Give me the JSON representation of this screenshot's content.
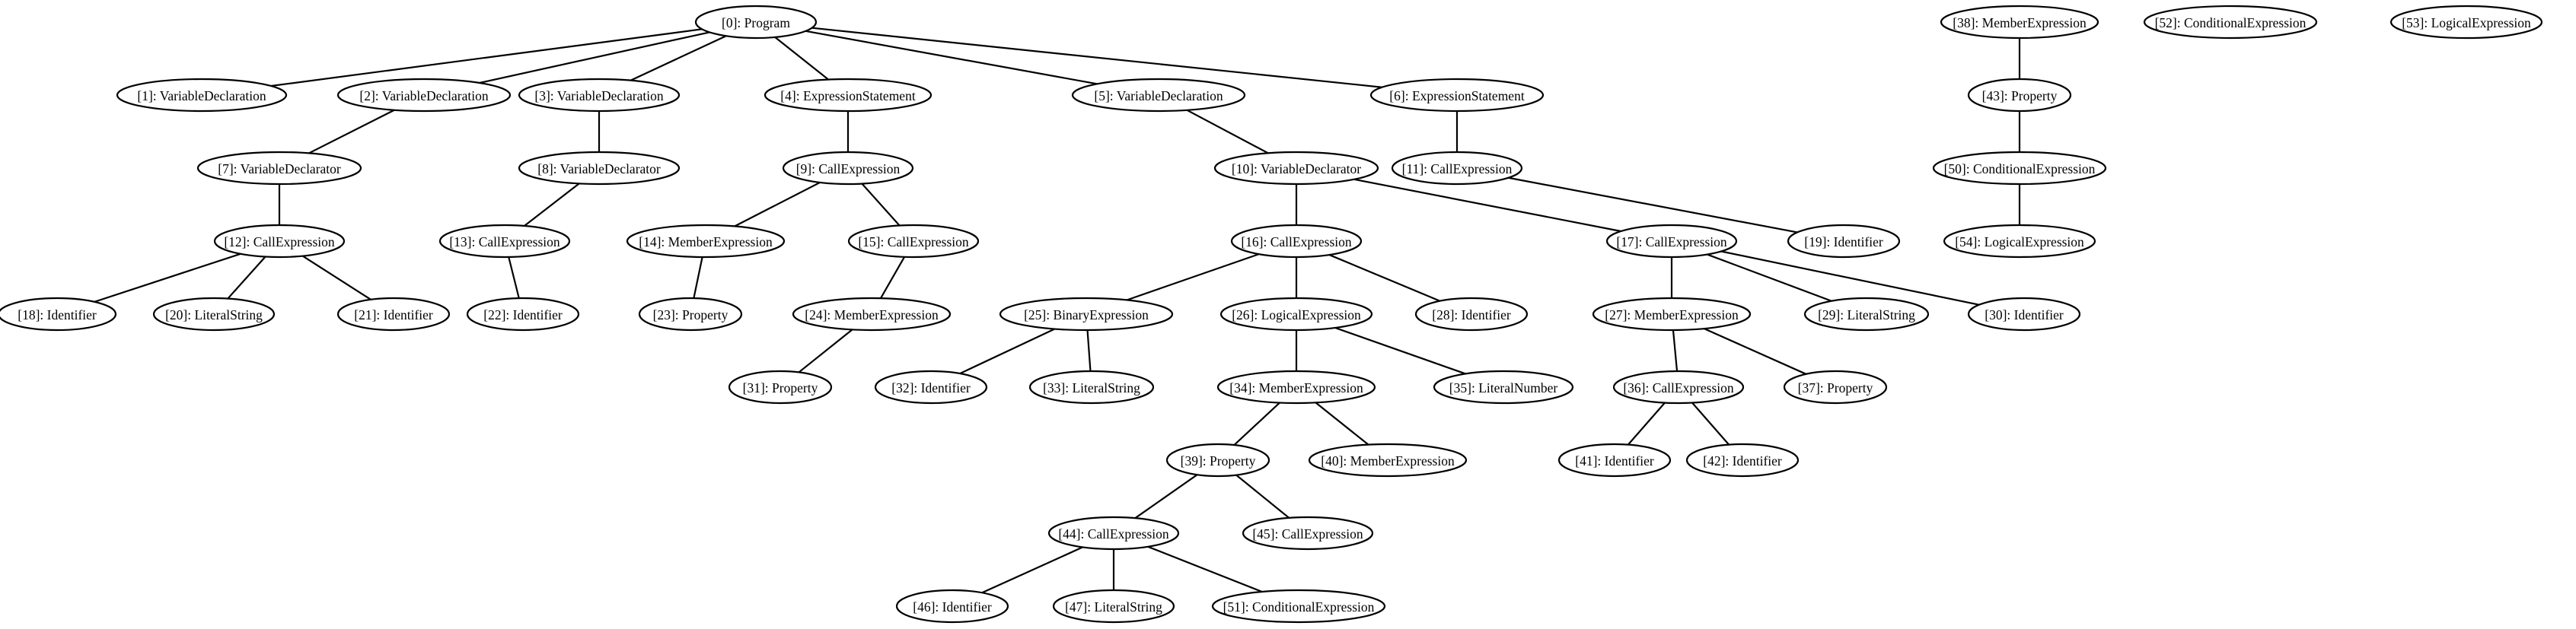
{
  "diagram": {
    "nodes": [
      {
        "id": 0,
        "label": "[0]: Program"
      },
      {
        "id": 1,
        "label": "[1]: VariableDeclaration"
      },
      {
        "id": 2,
        "label": "[2]: VariableDeclaration"
      },
      {
        "id": 3,
        "label": "[3]: VariableDeclaration"
      },
      {
        "id": 4,
        "label": "[4]: ExpressionStatement"
      },
      {
        "id": 5,
        "label": "[5]: VariableDeclaration"
      },
      {
        "id": 6,
        "label": "[6]: ExpressionStatement"
      },
      {
        "id": 7,
        "label": "[7]: VariableDeclarator"
      },
      {
        "id": 8,
        "label": "[8]: VariableDeclarator"
      },
      {
        "id": 9,
        "label": "[9]: CallExpression"
      },
      {
        "id": 10,
        "label": "[10]: VariableDeclarator"
      },
      {
        "id": 11,
        "label": "[11]: CallExpression"
      },
      {
        "id": 12,
        "label": "[12]: CallExpression"
      },
      {
        "id": 13,
        "label": "[13]: CallExpression"
      },
      {
        "id": 14,
        "label": "[14]: MemberExpression"
      },
      {
        "id": 15,
        "label": "[15]: CallExpression"
      },
      {
        "id": 16,
        "label": "[16]: CallExpression"
      },
      {
        "id": 17,
        "label": "[17]: CallExpression"
      },
      {
        "id": 18,
        "label": "[18]: Identifier"
      },
      {
        "id": 19,
        "label": "[19]: Identifier"
      },
      {
        "id": 20,
        "label": "[20]: LiteralString"
      },
      {
        "id": 21,
        "label": "[21]: Identifier"
      },
      {
        "id": 22,
        "label": "[22]: Identifier"
      },
      {
        "id": 23,
        "label": "[23]: Property"
      },
      {
        "id": 24,
        "label": "[24]: MemberExpression"
      },
      {
        "id": 25,
        "label": "[25]: BinaryExpression"
      },
      {
        "id": 26,
        "label": "[26]: LogicalExpression"
      },
      {
        "id": 27,
        "label": "[27]: MemberExpression"
      },
      {
        "id": 28,
        "label": "[28]: Identifier"
      },
      {
        "id": 29,
        "label": "[29]: LiteralString"
      },
      {
        "id": 30,
        "label": "[30]: Identifier"
      },
      {
        "id": 31,
        "label": "[31]: Property"
      },
      {
        "id": 32,
        "label": "[32]: Identifier"
      },
      {
        "id": 33,
        "label": "[33]: LiteralString"
      },
      {
        "id": 34,
        "label": "[34]: MemberExpression"
      },
      {
        "id": 35,
        "label": "[35]: LiteralNumber"
      },
      {
        "id": 36,
        "label": "[36]: CallExpression"
      },
      {
        "id": 37,
        "label": "[37]: Property"
      },
      {
        "id": 38,
        "label": "[38]: MemberExpression"
      },
      {
        "id": 39,
        "label": "[39]: Property"
      },
      {
        "id": 40,
        "label": "[40]: MemberExpression"
      },
      {
        "id": 41,
        "label": "[41]: Identifier"
      },
      {
        "id": 42,
        "label": "[42]: Identifier"
      },
      {
        "id": 43,
        "label": "[43]: Property"
      },
      {
        "id": 44,
        "label": "[44]: CallExpression"
      },
      {
        "id": 45,
        "label": "[45]: CallExpression"
      },
      {
        "id": 46,
        "label": "[46]: Identifier"
      },
      {
        "id": 47,
        "label": "[47]: LiteralString"
      },
      {
        "id": 50,
        "label": "[50]: ConditionalExpression"
      },
      {
        "id": 51,
        "label": "[51]: ConditionalExpression"
      },
      {
        "id": 52,
        "label": "[52]: ConditionalExpression"
      },
      {
        "id": 53,
        "label": "[53]: LogicalExpression"
      },
      {
        "id": 54,
        "label": "[54]: LogicalExpression"
      }
    ],
    "edges": [
      [
        0,
        1
      ],
      [
        0,
        2
      ],
      [
        0,
        3
      ],
      [
        0,
        4
      ],
      [
        0,
        5
      ],
      [
        0,
        6
      ],
      [
        2,
        7
      ],
      [
        3,
        8
      ],
      [
        4,
        9
      ],
      [
        5,
        10
      ],
      [
        6,
        11
      ],
      [
        7,
        12
      ],
      [
        8,
        13
      ],
      [
        9,
        14
      ],
      [
        9,
        15
      ],
      [
        10,
        16
      ],
      [
        10,
        17
      ],
      [
        11,
        19
      ],
      [
        12,
        18
      ],
      [
        12,
        20
      ],
      [
        12,
        21
      ],
      [
        13,
        22
      ],
      [
        14,
        23
      ],
      [
        15,
        24
      ],
      [
        16,
        25
      ],
      [
        16,
        26
      ],
      [
        16,
        28
      ],
      [
        17,
        27
      ],
      [
        17,
        29
      ],
      [
        17,
        30
      ],
      [
        24,
        31
      ],
      [
        25,
        32
      ],
      [
        25,
        33
      ],
      [
        26,
        34
      ],
      [
        26,
        35
      ],
      [
        27,
        36
      ],
      [
        27,
        37
      ],
      [
        34,
        39
      ],
      [
        34,
        40
      ],
      [
        36,
        41
      ],
      [
        36,
        42
      ],
      [
        39,
        44
      ],
      [
        39,
        45
      ],
      [
        44,
        46
      ],
      [
        44,
        47
      ],
      [
        44,
        51
      ],
      [
        38,
        43
      ],
      [
        43,
        50
      ],
      [
        50,
        54
      ]
    ]
  }
}
